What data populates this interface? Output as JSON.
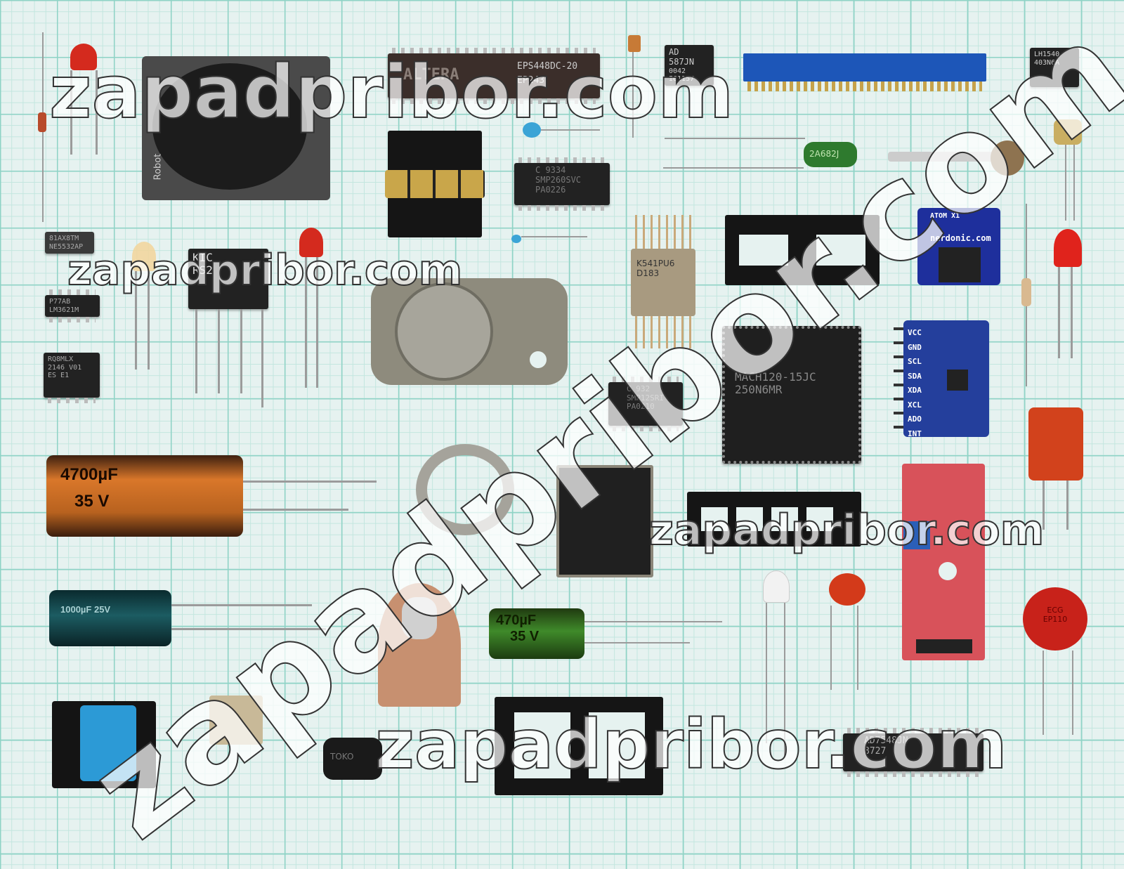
{
  "watermark": "zapadpribor.com",
  "components": {
    "eprom": {
      "brand": "ALTERA",
      "line1": "EPS448DC-20",
      "line2": "EP243"
    },
    "ad587": {
      "line1": "AD",
      "line2": "587JN",
      "line3": "0042",
      "line4": "I61157"
    },
    "smp260": {
      "line1": "C 9334",
      "line2": "SMP260SVC",
      "line3": "PA0226"
    },
    "smp12": {
      "line1": "C 932",
      "line2": "SMP12SRI",
      "line3": "PA0210"
    },
    "mach": {
      "line1": "MACH120-15JC",
      "line2": "250N6MR"
    },
    "atom": {
      "line1": "ATOM X1",
      "line2": "nerdonic.com"
    },
    "gyro": {
      "pins": [
        "VCC",
        "GND",
        "SCL",
        "SDA",
        "XDA",
        "XCL",
        "ADO",
        "INT"
      ]
    },
    "ne5532": {
      "line1": "81AX8TM",
      "line2": "NE5532AP"
    },
    "lm3621": {
      "line1": "P77AB",
      "line2": "LM3621M"
    },
    "rq8": {
      "line1": "RQ8MLX",
      "line2": "2146 V01",
      "line3": "ES E1"
    },
    "cap4700": {
      "value": "4700µF",
      "volt": "35 V"
    },
    "cap1000": {
      "value": "1000µF 25V"
    },
    "cap470": {
      "value": "470µF",
      "volt": "35 V"
    },
    "film": {
      "label": "2A682J"
    },
    "hybrid": {
      "line1": "K541PU6",
      "line2": "D183"
    },
    "lh": {
      "line1": "LH1540",
      "line2": "403N6A"
    },
    "bridge": {
      "line1": "KIC",
      "line2": "RS2"
    },
    "toko": {
      "label": "TOKO"
    },
    "ad7548": {
      "line1": "AD7548JN",
      "line2": "8727"
    },
    "varistor": {
      "line1": "ECG",
      "line2": "EP110"
    },
    "joystick": {
      "label": "Robot"
    }
  }
}
